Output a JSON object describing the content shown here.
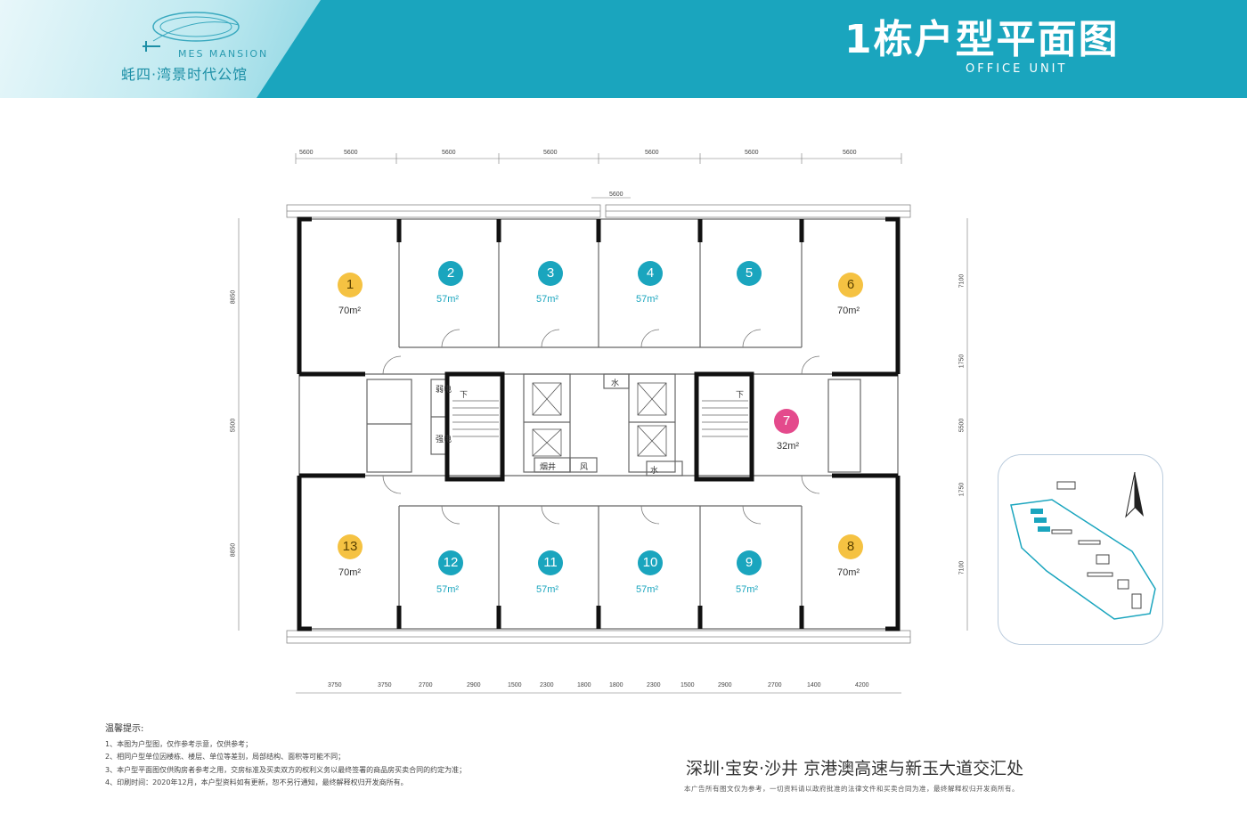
{
  "header": {
    "brand_en": "MES MANSION",
    "brand_cn": "蚝四·湾景时代公馆",
    "title": "1栋户型平面图",
    "subtitle": "OFFICE UNIT"
  },
  "units": [
    {
      "id": "1",
      "area": "70m²",
      "color": "#f5c242"
    },
    {
      "id": "2",
      "area": "57m²",
      "color": "#1aa5be"
    },
    {
      "id": "3",
      "area": "57m²",
      "color": "#1aa5be"
    },
    {
      "id": "4",
      "area": "57m²",
      "color": "#1aa5be"
    },
    {
      "id": "5",
      "area": "",
      "color": "#1aa5be"
    },
    {
      "id": "6",
      "area": "70m²",
      "color": "#f5c242"
    },
    {
      "id": "7",
      "area": "32m²",
      "color": "#e44a8c"
    },
    {
      "id": "8",
      "area": "70m²",
      "color": "#f5c242"
    },
    {
      "id": "9",
      "area": "57m²",
      "color": "#1aa5be"
    },
    {
      "id": "10",
      "area": "57m²",
      "color": "#1aa5be"
    },
    {
      "id": "11",
      "area": "57m²",
      "color": "#1aa5be"
    },
    {
      "id": "12",
      "area": "57m²",
      "color": "#1aa5be"
    },
    {
      "id": "13",
      "area": "70m²",
      "color": "#f5c242"
    }
  ],
  "dimensions": {
    "top": [
      "5600",
      "5600",
      "5600",
      "5600",
      "5600",
      "5600",
      "5600"
    ],
    "top_inner": "5600",
    "bottom": [
      "3750",
      "3750",
      "2700",
      "2900",
      "1500",
      "2300",
      "1800",
      "1800",
      "2300",
      "1500",
      "2900",
      "2700",
      "1400",
      "4200"
    ],
    "left": [
      "8850",
      "5500",
      "8850"
    ],
    "right": [
      "7100",
      "1750",
      "5500",
      "1750",
      "7100"
    ]
  },
  "rooms": {
    "weak_power": "弱电",
    "strong_power": "强电",
    "water_a": "水",
    "water_b": "水",
    "smoke_shaft": "烟井",
    "air_shaft": "风",
    "down_a": "下",
    "down_b": "下"
  },
  "notes": {
    "title": "温馨提示:",
    "lines": [
      "1、本图为户型图，仅作参考示意，仅供参考；",
      "2、相同户型单位因楼栋、楼层、单位等差别，局部结构、面积等可能不同；",
      "3、本户型平面图仅供购房者参考之用，交房标准及买卖双方的权利义务以最终签署的商品房买卖合同的约定为准；",
      "4、印刷时间：2020年12月，本户型资料如有更新，恕不另行通知，最终解释权归开发商所有。"
    ]
  },
  "footer": {
    "location": "深圳·宝安·沙井 京港澳高速与新玉大道交汇处",
    "disclaimer": "本广告所有图文仅为参考，一切资料请以政府批准的法律文件和买卖合同为准，最终解释权归开发商所有。"
  },
  "colors": {
    "brand_teal": "#1aa5be",
    "amber": "#f5c242",
    "pink": "#e44a8c",
    "wall": "#111111"
  }
}
